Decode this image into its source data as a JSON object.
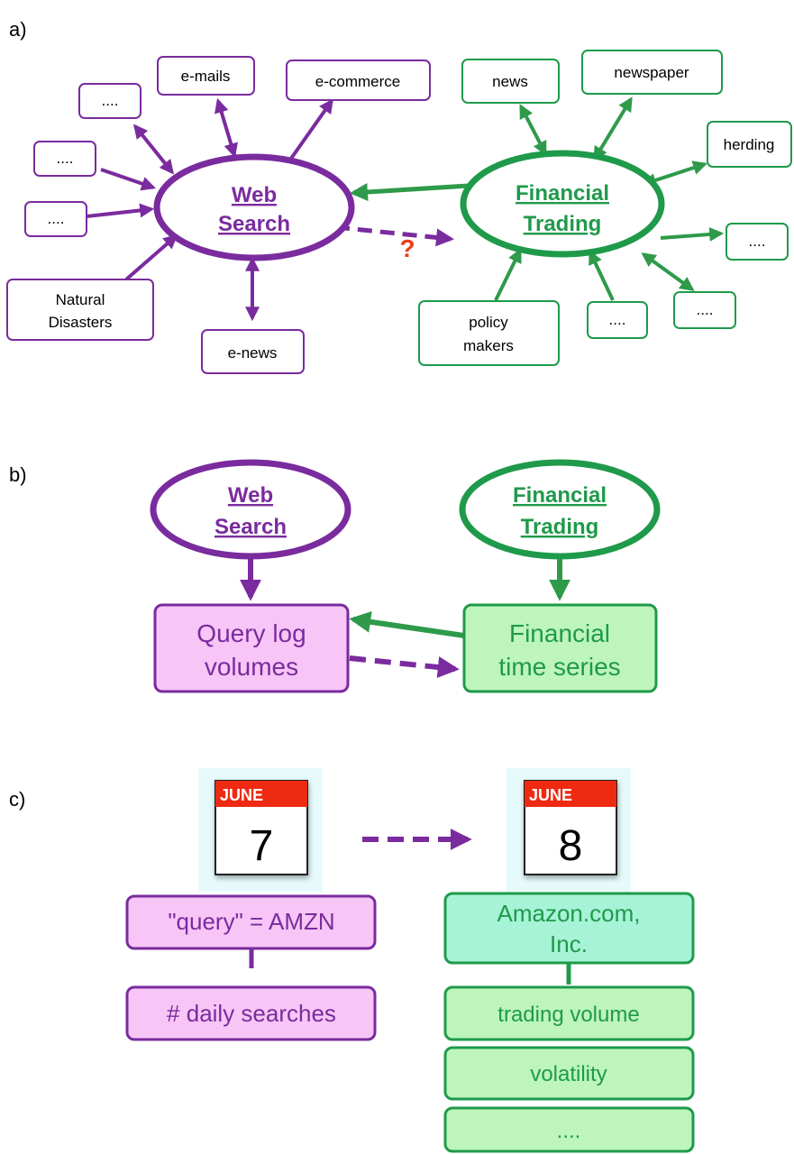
{
  "colors": {
    "purple": "#7a2b9e",
    "green": "#1f9a4a",
    "arrow_green": "#2e9a4a",
    "red": "#e8401c",
    "pink_fill": "#f7c6f7",
    "light_green_fill": "#bdf5bd",
    "mint_fill": "#a7f3d7"
  },
  "panel_a": {
    "label": "a)",
    "web_search": [
      "Web",
      "Search"
    ],
    "financial_trading": [
      "Financial",
      "Trading"
    ],
    "question_mark": "?",
    "web_nodes": {
      "dots1": "....",
      "emails": "e-mails",
      "ecommerce": "e-commerce",
      "dots2": "....",
      "dots3": "....",
      "natural_disasters": [
        "Natural",
        "Disasters"
      ],
      "enews": "e-news"
    },
    "fin_nodes": {
      "news": "news",
      "newspaper": "newspaper",
      "herding": "herding",
      "dots_right": "....",
      "dots_lower_right": "....",
      "dots_bottom": "....",
      "policy_makers": [
        "policy",
        "makers"
      ]
    }
  },
  "panel_b": {
    "label": "b)",
    "web_search": [
      "Web",
      "Search"
    ],
    "financial_trading": [
      "Financial",
      "Trading"
    ],
    "query_log": [
      "Query log",
      "volumes"
    ],
    "financial_series": [
      "Financial",
      "time series"
    ]
  },
  "panel_c": {
    "label": "c)",
    "calendar_left": {
      "month": "JUNE",
      "day": "7"
    },
    "calendar_right": {
      "month": "JUNE",
      "day": "8"
    },
    "query_box": "\"query\" = AMZN",
    "daily_searches": "# daily searches",
    "company": [
      "Amazon.com,",
      "Inc."
    ],
    "trading_volume": "trading volume",
    "volatility": "volatility",
    "dots": "...."
  }
}
